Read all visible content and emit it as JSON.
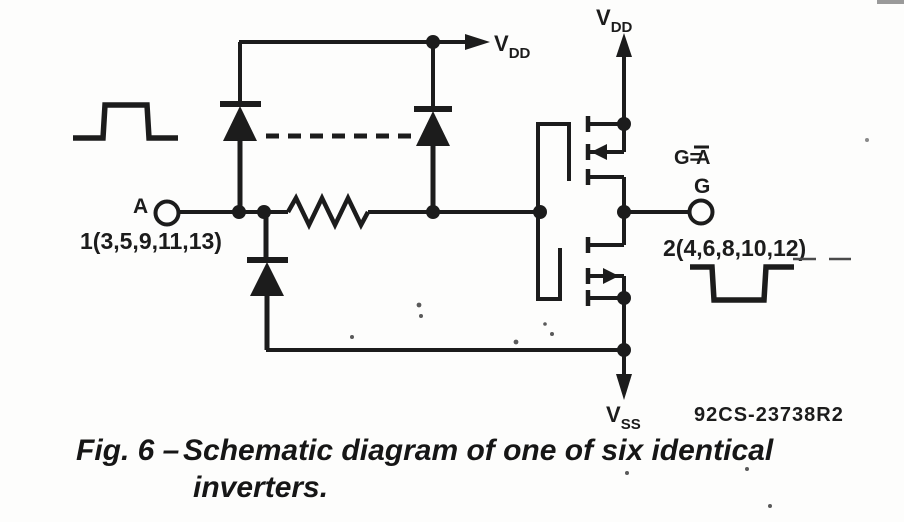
{
  "figure": {
    "caption": {
      "prefix": "Fig. 6 –",
      "line1": "Schematic diagram of one of six identical",
      "line2": "inverters."
    },
    "drawing_number": "92CS-23738R2"
  },
  "schematic": {
    "input": {
      "terminal_letter": "A",
      "pin_numbers": "1(3,5,9,11,13)"
    },
    "output": {
      "terminal_letter": "G",
      "pin_numbers": "2(4,6,8,10,12)",
      "equation_lhs": "G=",
      "equation_overlined": "A"
    },
    "power": {
      "vdd": {
        "letter": "V",
        "sub": "DD"
      },
      "vss": {
        "letter": "V",
        "sub": "SS"
      }
    }
  },
  "colors": {
    "ink": "#1c1c1c",
    "paper": "#fdfdfc"
  }
}
